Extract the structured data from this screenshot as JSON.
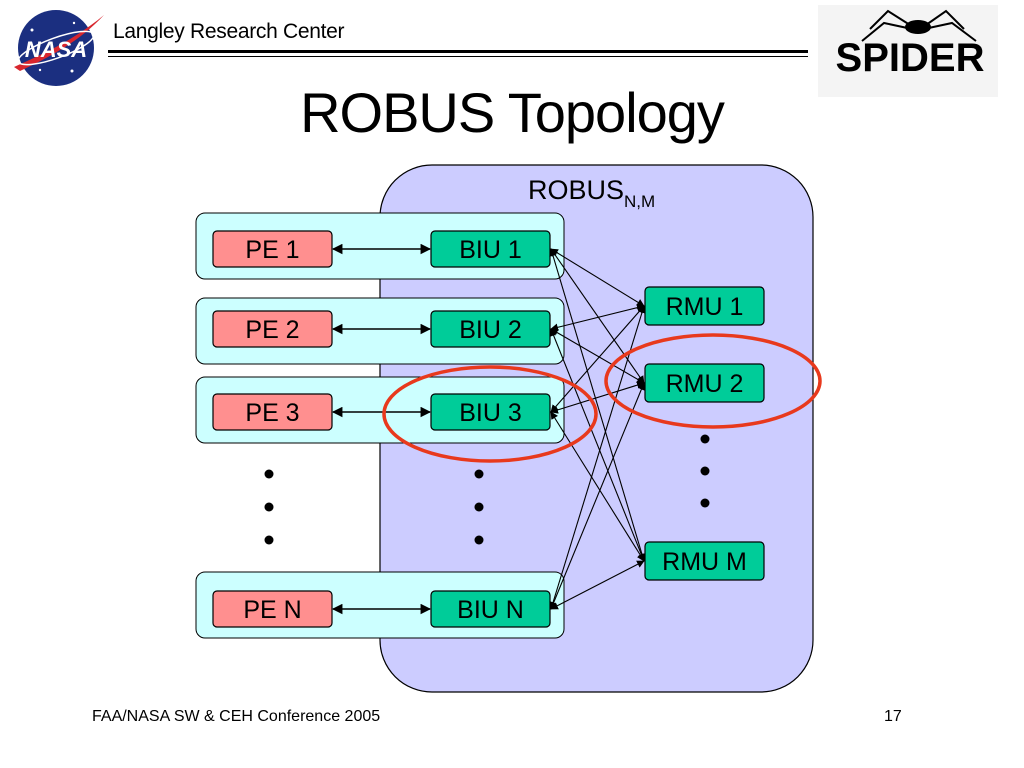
{
  "header": {
    "org": "Langley Research Center",
    "left_logo_text": "NASA",
    "right_logo_text": "SPIDER"
  },
  "title": "ROBUS Topology",
  "diagram": {
    "container_label": "ROBUS",
    "container_label_sub": "N,M",
    "pe_nodes": [
      "PE 1",
      "PE 2",
      "PE 3",
      "PE N"
    ],
    "biu_nodes": [
      "BIU 1",
      "BIU 2",
      "BIU 3",
      "BIU N"
    ],
    "rmu_nodes": [
      "RMU 1",
      "RMU 2",
      "RMU M"
    ],
    "highlighted": [
      "BIU 3",
      "RMU 2"
    ],
    "colors": {
      "robus_fill": "#ccccff",
      "node_group_fill": "#ccffff",
      "pe_fill": "#ff8f8f",
      "biu_fill": "#00cc99",
      "rmu_fill": "#00cc99",
      "highlight": "#e8391d"
    }
  },
  "footer": {
    "left": "FAA/NASA SW & CEH Conference 2005",
    "page": "17"
  }
}
